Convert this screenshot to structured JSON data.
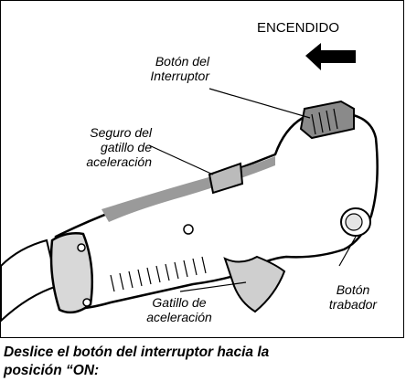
{
  "figure": {
    "direction_label": "ENCENDIDO",
    "labels": {
      "switch_button": [
        "Botón del",
        "Interruptor"
      ],
      "throttle_lock": [
        "Seguro del",
        "gatillo de",
        "aceleración"
      ],
      "throttle_trigger": [
        "Gatillo de",
        "aceleración"
      ],
      "lock_button": [
        "Botón",
        "trabador"
      ]
    }
  },
  "caption": [
    "Deslice el botón del interruptor hacia la",
    "posición “ON:"
  ]
}
